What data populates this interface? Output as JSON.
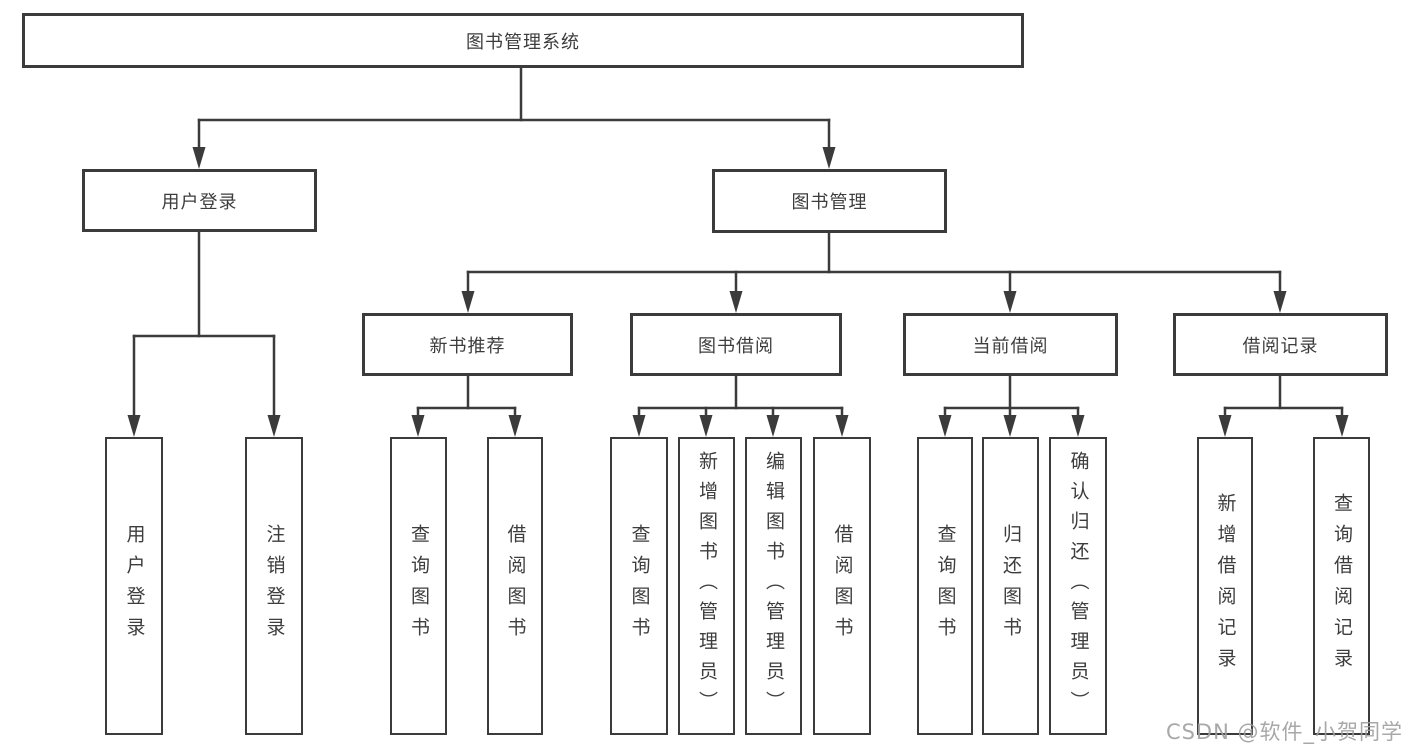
{
  "title": "图书管理系统",
  "tree": {
    "label": "图书管理系统",
    "children": [
      {
        "label": "用户登录",
        "children": [
          {
            "label": "用户登录"
          },
          {
            "label": "注销登录"
          }
        ]
      },
      {
        "label": "图书管理",
        "children": [
          {
            "label": "新书推荐",
            "children": [
              {
                "label": "查询图书"
              },
              {
                "label": "借阅图书"
              }
            ]
          },
          {
            "label": "图书借阅",
            "children": [
              {
                "label": "查询图书"
              },
              {
                "label": "新增图书（管理员）"
              },
              {
                "label": "编辑图书（管理员）"
              },
              {
                "label": "借阅图书"
              }
            ]
          },
          {
            "label": "当前借阅",
            "children": [
              {
                "label": "查询图书"
              },
              {
                "label": "归还图书"
              },
              {
                "label": "确认归还（管理员）"
              }
            ]
          },
          {
            "label": "借阅记录",
            "children": [
              {
                "label": "新增借阅记录"
              },
              {
                "label": "查询借阅记录"
              }
            ]
          }
        ]
      }
    ]
  },
  "watermark": "CSDN @软件_小贺同学",
  "colors": {
    "line": "#3b3b3b",
    "box_border": "#3b3b3b",
    "text": "#3d3d3d",
    "background": "#ffffff",
    "watermark": "#9e9e9e"
  }
}
